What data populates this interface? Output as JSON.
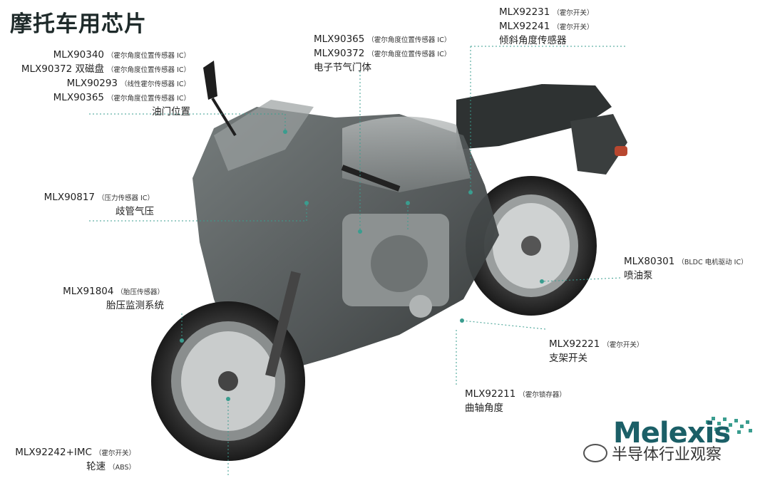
{
  "title": "摩托车用芯片",
  "labels": {
    "throttle": {
      "lines": [
        {
          "code": "MLX90340",
          "note": "（霍尔角度位置传感器 IC）"
        },
        {
          "code": "MLX90372 双磁盘",
          "note": "（霍尔角度位置传感器 IC）"
        },
        {
          "code": "MLX90293",
          "note": "（线性霍尔传感器 IC）"
        },
        {
          "code": "MLX90365",
          "note": "（霍尔角度位置传感器 IC）"
        }
      ],
      "cn": "油门位置"
    },
    "etb": {
      "lines": [
        {
          "code": "MLX90365",
          "note": "（霍尔角度位置传感器 IC）"
        },
        {
          "code": "MLX90372",
          "note": "（霍尔角度位置传感器 IC）"
        }
      ],
      "cn": "电子节气门体"
    },
    "tilt": {
      "lines": [
        {
          "code": "MLX92231",
          "note": "（霍尔开关）"
        },
        {
          "code": "MLX92241",
          "note": "（霍尔开关）"
        }
      ],
      "cn": "倾斜角度传感器"
    },
    "manifold": {
      "lines": [
        {
          "code": "MLX90817",
          "note": "（压力传感器 IC）"
        }
      ],
      "cn": "歧管气压"
    },
    "fuelpump": {
      "lines": [
        {
          "code": "MLX80301",
          "note": "（BLDC 电机驱动 IC）"
        }
      ],
      "cn": "喷油泵"
    },
    "tpms": {
      "lines": [
        {
          "code": "MLX91804",
          "note": "（胎压传感器）"
        }
      ],
      "cn": "胎压监测系统"
    },
    "stand": {
      "lines": [
        {
          "code": "MLX92221",
          "note": "（霍尔开关）"
        }
      ],
      "cn": "支架开关"
    },
    "crank": {
      "lines": [
        {
          "code": "MLX92211",
          "note": "（霍尔锁存器）"
        }
      ],
      "cn": "曲轴角度"
    },
    "wheelspeed": {
      "lines": [
        {
          "code": "MLX92242+IMC",
          "note": "（霍尔开关）"
        }
      ],
      "cn": "轮速",
      "cn_note": "（ABS）"
    }
  },
  "logo": "Melexis",
  "watermark": "半导体行业观察",
  "colors": {
    "accent": "#3a9d8f",
    "logo": "#1b5f67"
  }
}
